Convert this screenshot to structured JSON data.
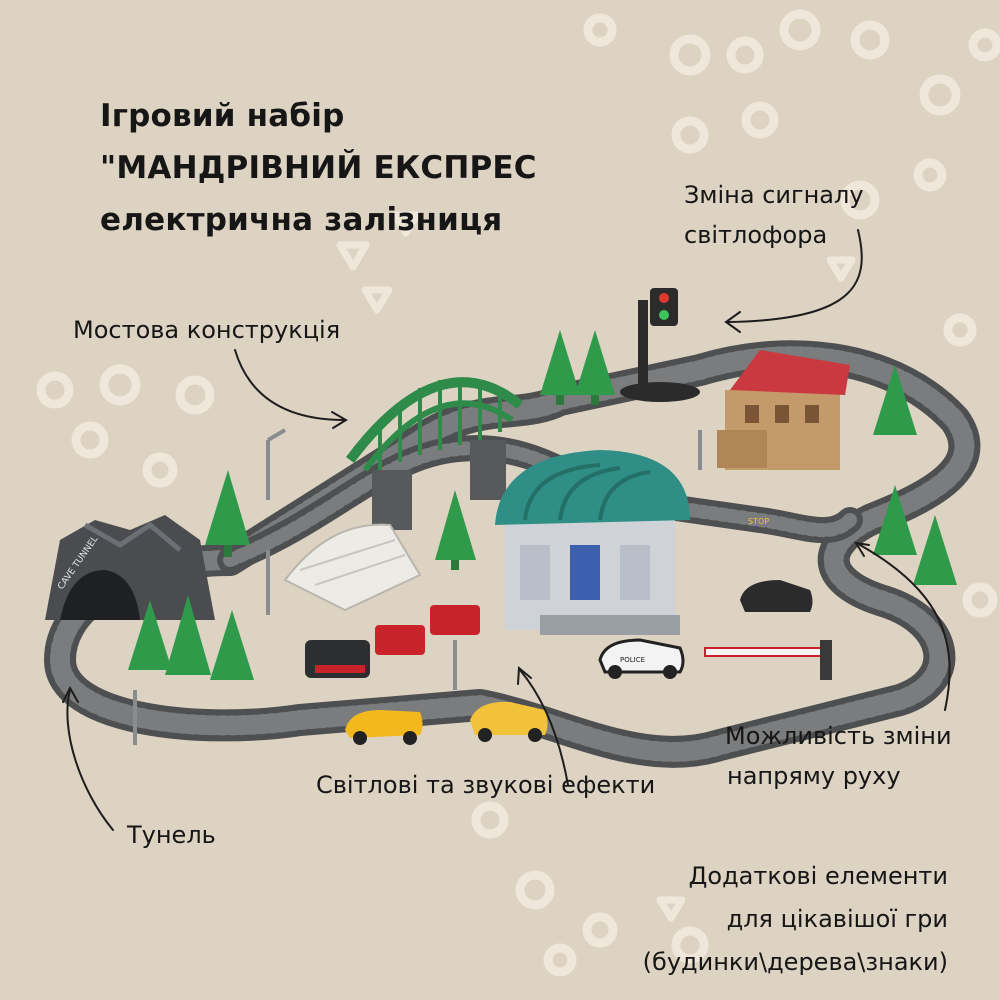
{
  "title": {
    "line1": "Ігровий набір",
    "line2": "\"МАНДРІВНИЙ ЕКСПРЕС",
    "line3": "електрична залізниця"
  },
  "callouts": {
    "traffic_light": {
      "line1": "Зміна сигналу",
      "line2": "світлофора"
    },
    "bridge": "Мостова конструкція",
    "direction": {
      "line1": "Можливість зміни",
      "line2": "напряму руху"
    },
    "effects": "Світлові та звукові ефекти",
    "tunnel": "Тунель",
    "extras": {
      "line1": "Додаткові елементи",
      "line2": "для цікавішої гри",
      "line3": "(будинки\\дерева\\знаки)"
    }
  },
  "product_markings": {
    "tunnel_sign": "CAVE TUNNEL",
    "stop_sign": "STOP",
    "police_car": "POLICE"
  },
  "colors": {
    "background": "#ddd3c2",
    "pattern": "#efe8da",
    "text": "#161616",
    "track": "#5f6061",
    "bridge": "#2e8b4a",
    "station_roof": "#2f8f86",
    "tree": "#2f9a4a",
    "train_red": "#c8232a"
  }
}
